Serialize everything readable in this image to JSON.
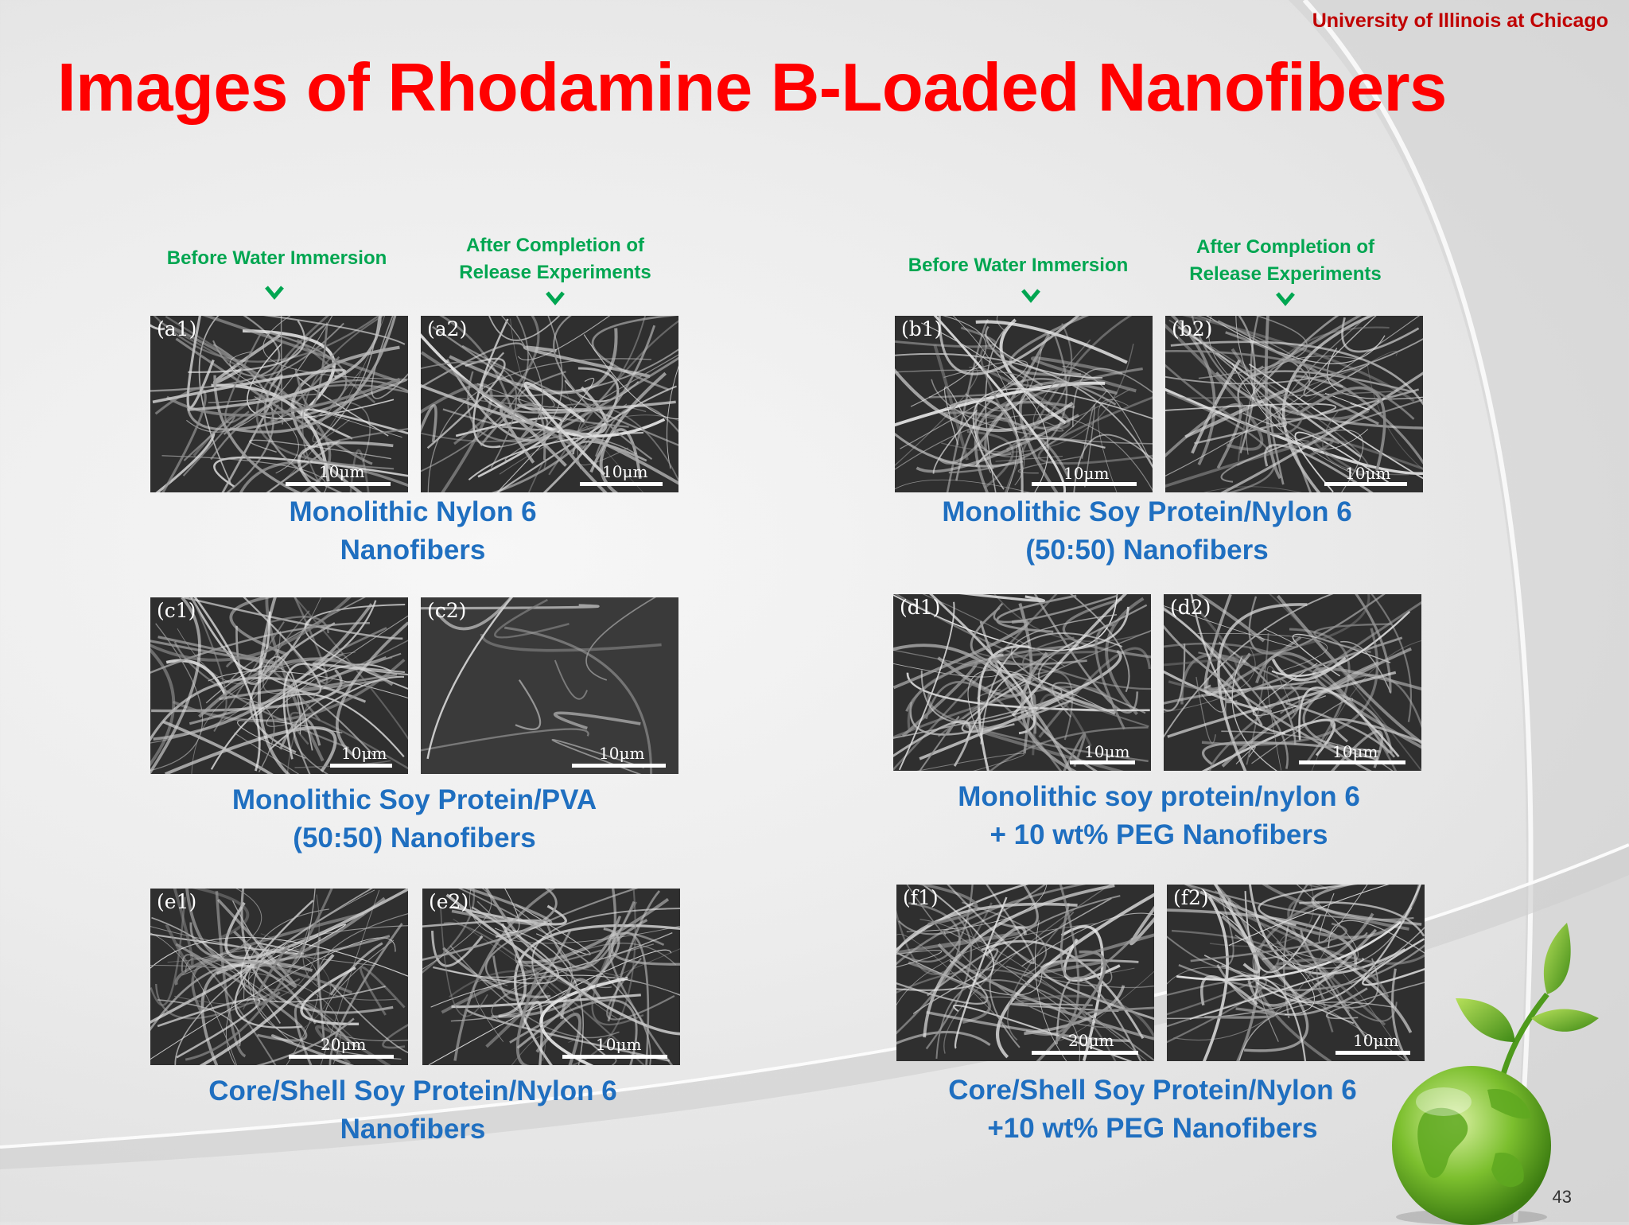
{
  "header": {
    "org": "University of Illinois at Chicago",
    "title": "Images of Rhodamine B-Loaded Nanofibers"
  },
  "column_headers": {
    "before": "Before Water Immersion",
    "after_line1": "After Completion of",
    "after_line2": "Release Experiments"
  },
  "panels": {
    "a1": {
      "label": "(a1)",
      "scale": "10μm"
    },
    "a2": {
      "label": "(a2)",
      "scale": "10μm"
    },
    "b1": {
      "label": "(b1)",
      "scale": "10μm"
    },
    "b2": {
      "label": "(b2)",
      "scale": "10μm"
    },
    "c1": {
      "label": "(c1)",
      "scale": "10μm"
    },
    "c2": {
      "label": "(c2)",
      "scale": "10μm"
    },
    "d1": {
      "label": "(d1)",
      "scale": "10μm"
    },
    "d2": {
      "label": "(d2)",
      "scale": "10μm"
    },
    "e1": {
      "label": "(e1)",
      "scale": "20μm"
    },
    "e2": {
      "label": "(e2)",
      "scale": "10μm"
    },
    "f1": {
      "label": "(f1)",
      "scale": "20μm"
    },
    "f2": {
      "label": "(f2)",
      "scale": "10μm"
    }
  },
  "captions": {
    "a": [
      "Monolithic Nylon 6",
      "Nanofibers"
    ],
    "b": [
      "Monolithic Soy Protein/Nylon 6",
      "(50:50) Nanofibers"
    ],
    "c": [
      "Monolithic Soy Protein/PVA",
      "(50:50) Nanofibers"
    ],
    "d": [
      "Monolithic soy protein/nylon 6",
      "+ 10 wt% PEG Nanofibers"
    ],
    "e": [
      "Core/Shell Soy Protein/Nylon 6",
      "Nanofibers"
    ],
    "f": [
      "Core/Shell Soy Protein/Nylon 6",
      "+10 wt% PEG Nanofibers"
    ]
  },
  "footer": {
    "page_number": "43"
  },
  "colors": {
    "title": "#ff0000",
    "org": "#c00000",
    "header_green": "#00a651",
    "caption_blue": "#1f6fc0"
  },
  "icons": [
    "chevron-down-icon",
    "globe-plant-icon"
  ]
}
